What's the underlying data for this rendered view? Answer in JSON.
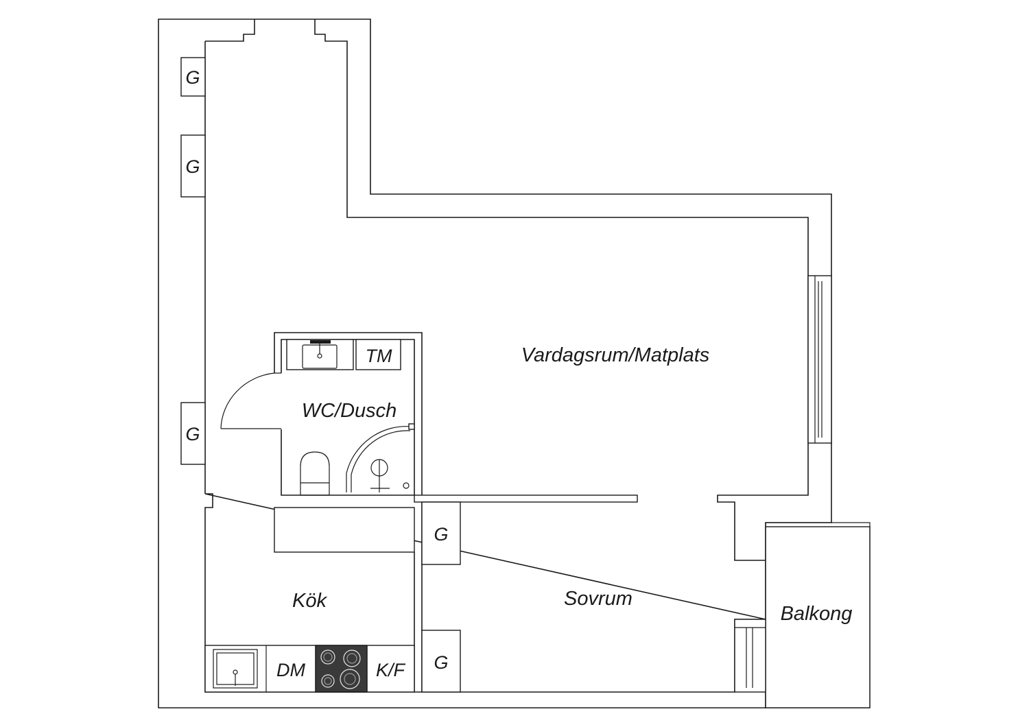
{
  "rooms": {
    "living": "Vardagsrum/Matplats",
    "bathroom": "WC/Dusch",
    "kitchen": "Kök",
    "bedroom": "Sovrum",
    "balcony": "Balkong"
  },
  "fixtures": {
    "wardrobe": "G",
    "washing_machine": "TM",
    "dishwasher": "DM",
    "fridge_freezer": "K/F"
  },
  "colors": {
    "line": "#1a1a1a",
    "stove": "#3a3a3a",
    "background": "#ffffff"
  }
}
